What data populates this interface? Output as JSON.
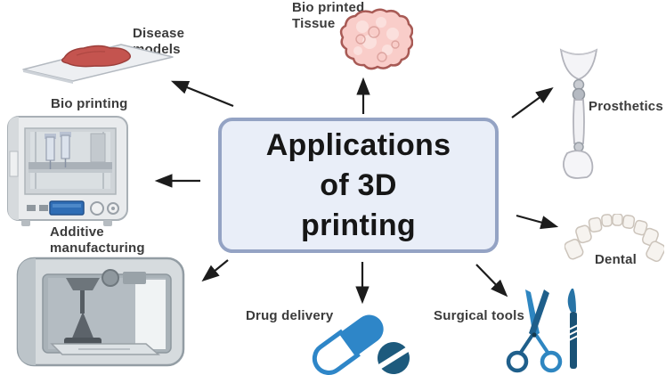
{
  "diagram": {
    "title": "Applications of 3D printing",
    "title_lines": [
      "Applications",
      "of 3D",
      "printing"
    ],
    "nodes": [
      {
        "id": "bio-printed-tissue",
        "label": "Bio printed Tissue",
        "icon": "tissue-blob-icon"
      },
      {
        "id": "disease-models",
        "label": "Disease models",
        "icon": "specimen-plate-icon"
      },
      {
        "id": "bio-printing",
        "label": "Bio printing",
        "icon": "bioprinter-icon"
      },
      {
        "id": "additive-manufacturing",
        "label": "Additive manufacturing",
        "icon": "enclosed-3d-printer-icon"
      },
      {
        "id": "drug-delivery",
        "label": "Drug delivery",
        "icon": "capsule-tablet-icon"
      },
      {
        "id": "surgical-tools",
        "label": "Surgical tools",
        "icon": "scissors-scalpel-icon"
      },
      {
        "id": "dental",
        "label": "Dental",
        "icon": "teeth-arch-icon"
      },
      {
        "id": "prosthetics",
        "label": "Prosthetics",
        "icon": "prosthetic-leg-icon"
      }
    ],
    "colors": {
      "box_fill": "#e9eef8",
      "box_border": "#94a3c4",
      "title_text": "#161616",
      "label_text": "#3b3b3b",
      "arrow": "#1c1c1c",
      "tissue_pink": "#f9cdc9",
      "tissue_outline": "#a85a55",
      "specimen_red": "#c4544f",
      "plate_gray": "#edeff2",
      "capsule_blue": "#2e86c8",
      "tablet_blue": "#1d5a7d",
      "scissors_light_blue": "#2e86c1",
      "scissors_dark_blue": "#1f5f8b",
      "printer_body_gray": "#e9ebed",
      "printer_screen_blue": "#2f6db5",
      "enclosure_gray": "#d6dbde",
      "teeth_white": "#f6f3ef",
      "prosthetic_white": "#f4f4f7"
    }
  }
}
